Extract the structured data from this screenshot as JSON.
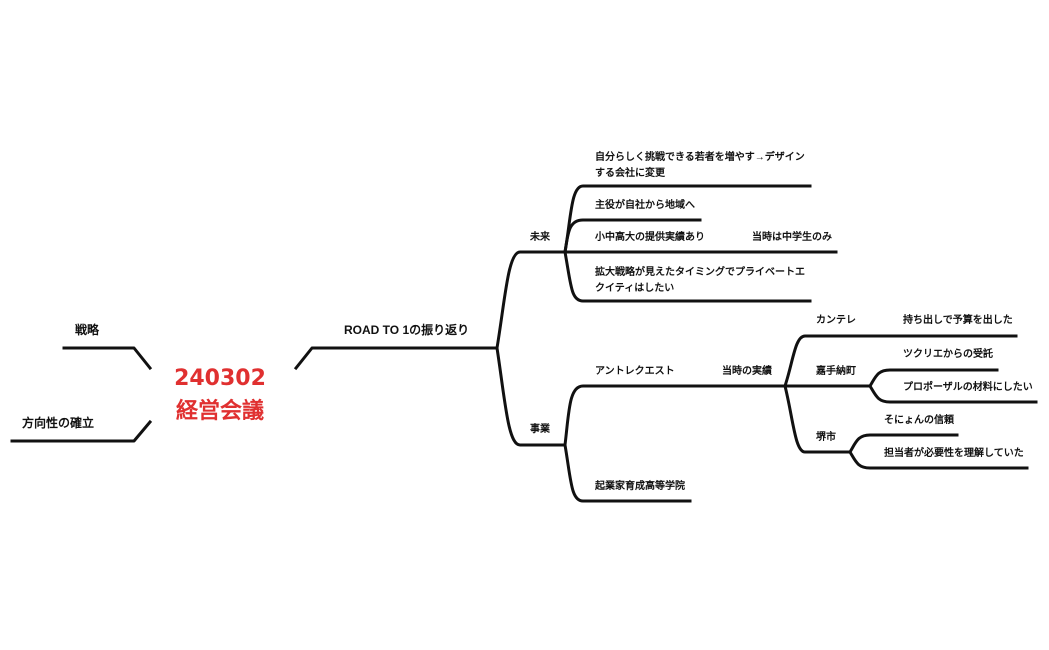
{
  "colors": {
    "central": "#e03030",
    "branch_line": "#111111",
    "text": "#111111",
    "background": "#ffffff"
  },
  "central_topic": {
    "line1": "240302",
    "line2": "経営会議"
  },
  "left": {
    "strategy": "戦略",
    "direction": "方向性の確立"
  },
  "road": {
    "label": "ROAD TO 1の振り返り",
    "future": {
      "label": "未来",
      "items": [
        {
          "line1": "自分らしく挑戦できる若者を増やす→デザイン",
          "line2": "する会社に変更"
        },
        {
          "text": "主役が自社から地域へ"
        },
        {
          "text": "小中高大の提供実績あり",
          "note": "当時は中学生のみ"
        },
        {
          "line1": "拡大戦略が見えたタイミングでプライベートエ",
          "line2": "クイティはしたい"
        }
      ]
    },
    "business": {
      "label": "事業",
      "antrek": {
        "label": "アントレクエスト",
        "results": {
          "label": "当時の実績",
          "kantele": {
            "label": "カンテレ",
            "note": "持ち出しで予算を出した"
          },
          "kadena": {
            "label": "嘉手納町",
            "items": [
              "ツクリエからの受託",
              "プロポーザルの材料にしたい"
            ]
          },
          "sakai": {
            "label": "堺市",
            "items": [
              "そにょんの信頼",
              "担当者が必要性を理解していた"
            ]
          }
        }
      },
      "academy": {
        "label": "起業家育成高等学院"
      }
    }
  }
}
